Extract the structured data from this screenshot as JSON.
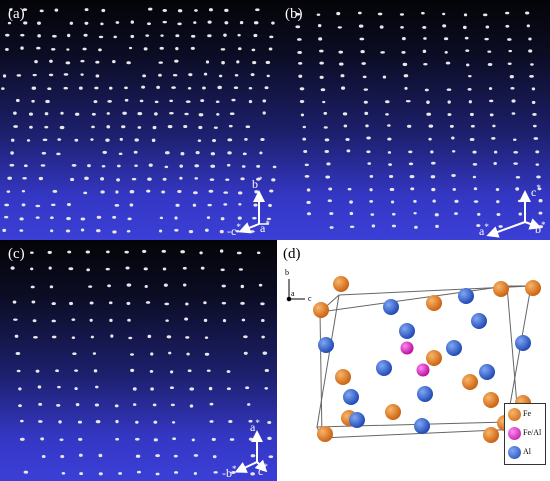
{
  "panels": {
    "a": {
      "label": "(a)",
      "axes": {
        "vertical": "b",
        "horizontal": "a",
        "diagonal": "c"
      }
    },
    "b": {
      "label": "(b)",
      "axes": {
        "vertical": "c",
        "horizontal": "b",
        "diagonal": "a"
      }
    },
    "c": {
      "label": "(c)",
      "axes": {
        "vertical": "a",
        "horizontal": "c",
        "diagonal": "b"
      }
    },
    "d": {
      "label": "(d)",
      "axes": {
        "b": "b",
        "a": "a",
        "c": "c"
      },
      "legend": [
        {
          "label": "Fe",
          "color": "#e47a1c"
        },
        {
          "label": "Fe/Al",
          "color": "#e01cc8"
        },
        {
          "label": "Al",
          "color": "#2f62d6"
        }
      ]
    }
  },
  "star": "*"
}
